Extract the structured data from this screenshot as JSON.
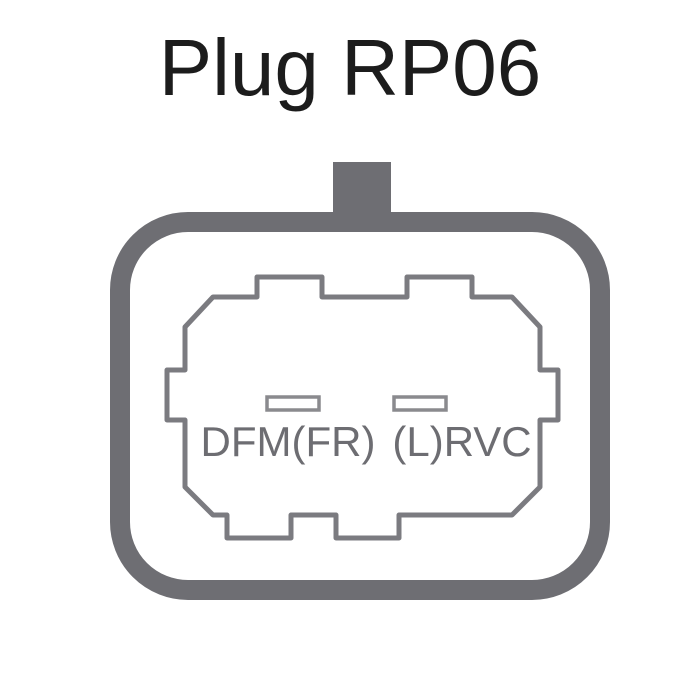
{
  "title": "Plug RP06",
  "diagram": {
    "description": "connector plug face view with keying tab",
    "pins": [
      {
        "label": "DFM(FR)"
      },
      {
        "label": "(L)RVC"
      }
    ],
    "colors": {
      "title_text": "#1c1c1c",
      "outline": "#6e6e73",
      "inner_outline": "#7b7b80",
      "pin_outline": "#8a8a8e",
      "label_text": "#6d6d72",
      "background": "#ffffff"
    }
  }
}
